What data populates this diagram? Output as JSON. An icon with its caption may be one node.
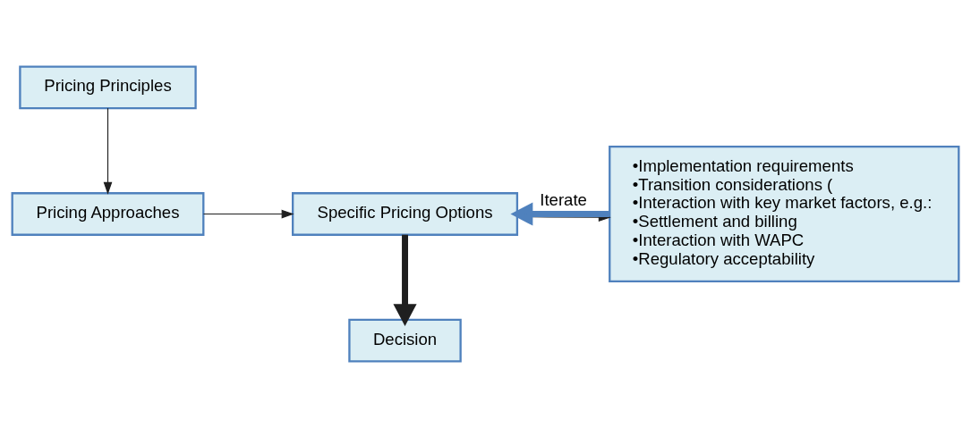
{
  "diagram": {
    "nodes": [
      {
        "text": [
          "Pricing Principles"
        ]
      },
      {
        "text": [
          "Pricing Approaches"
        ]
      },
      {
        "text": [
          "Specific Pricing Options"
        ]
      },
      {
        "text": [
          "Decision"
        ]
      },
      {
        "text": [
          "•Implementation requirements",
          "•Transition considerations (",
          "•Interaction with key market factors, e.g.:",
          "•Settlement and billing",
          "•Interaction with WAPC",
          "•Regulatory acceptability"
        ]
      }
    ],
    "edges": [
      {
        "from": 0,
        "to": 1,
        "arrow": "to"
      },
      {
        "from": 1,
        "to": 2,
        "arrow": "to"
      },
      {
        "from": 2,
        "to": 4,
        "arrow": "to"
      },
      {
        "from": 2,
        "to": 3,
        "arrow": "to",
        "style": "thick"
      },
      {
        "from": 4,
        "to": 2,
        "arrow": "to",
        "label": "Iterate",
        "style": "thick",
        "color": "#4f81bd"
      }
    ]
  }
}
